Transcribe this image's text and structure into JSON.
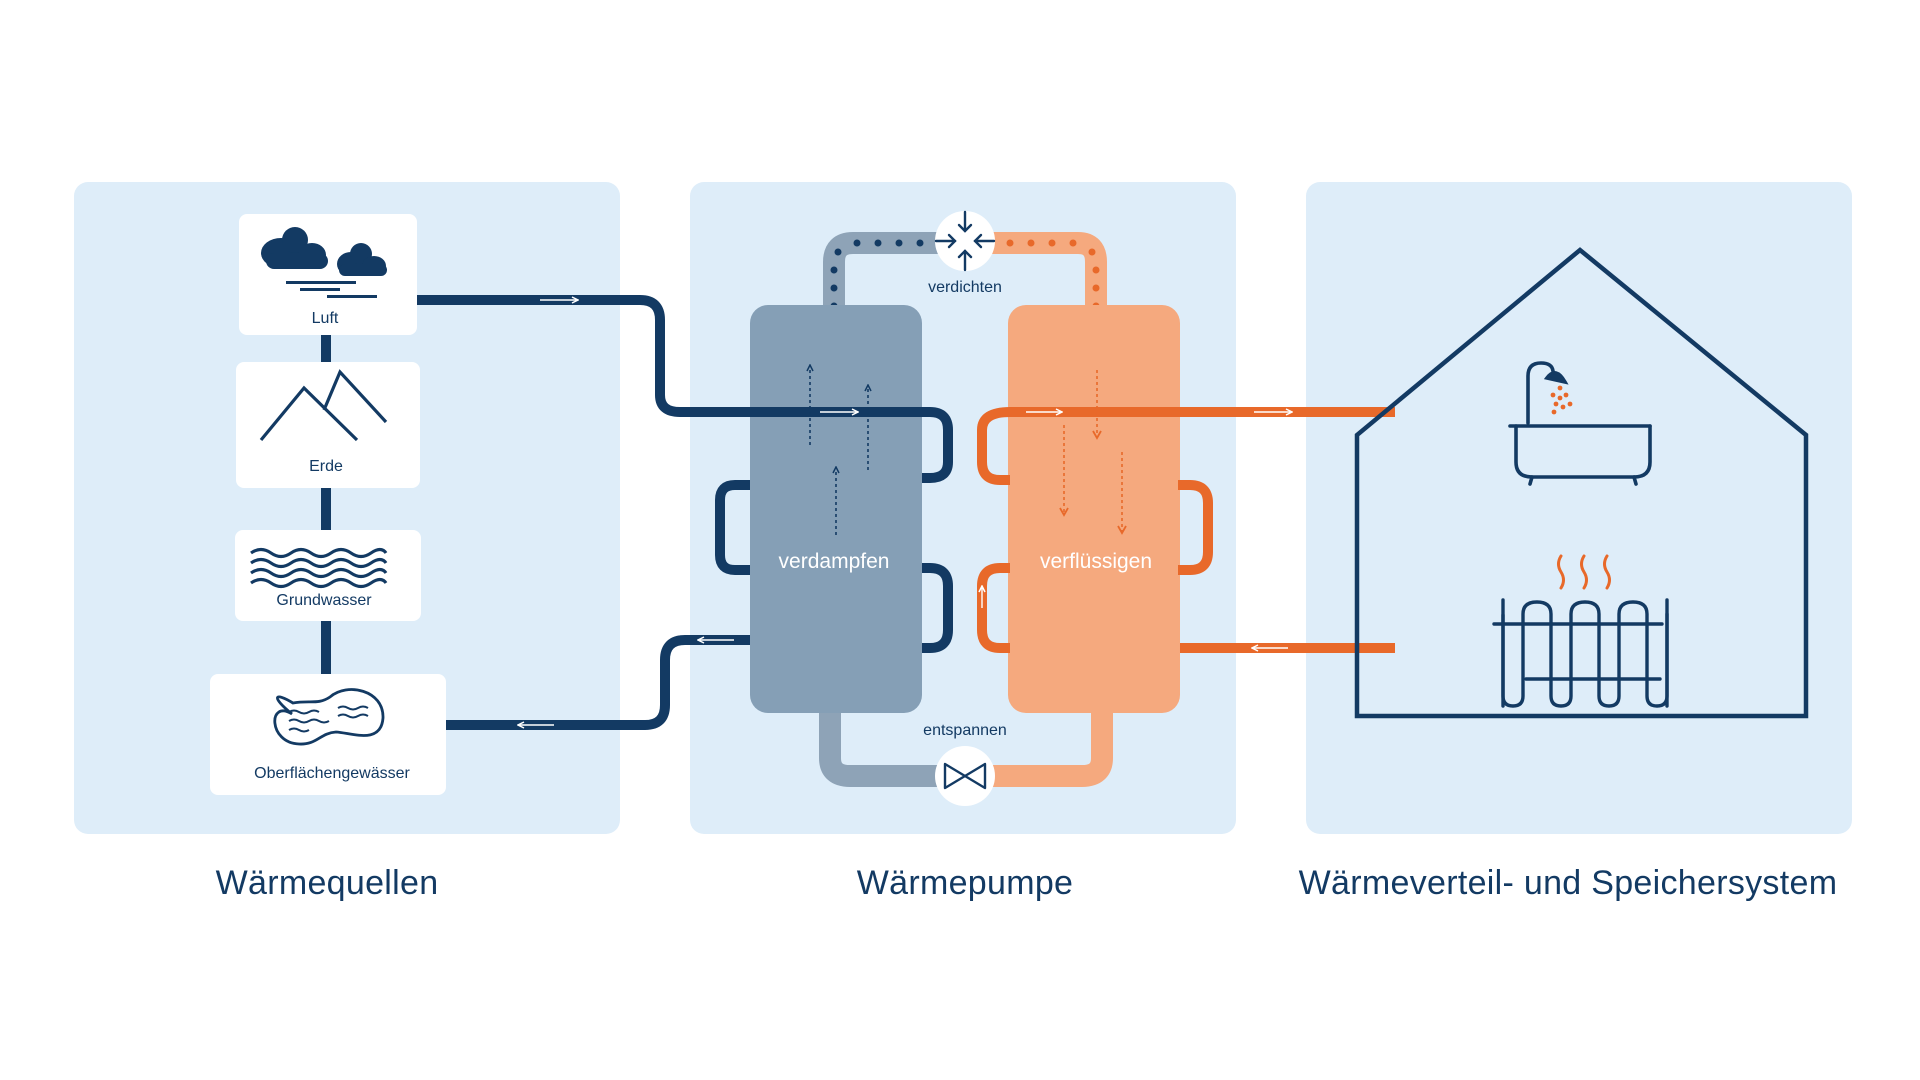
{
  "colors": {
    "navy": "#133a63",
    "orange": "#e8692a",
    "panel": "#deedf9",
    "evaporator": "#859fb6",
    "condenser": "#f5a97e",
    "pipe_gray": "#8ea3b7",
    "pipe_peach": "#f5a97e"
  },
  "sources": {
    "title": "Wärmequellen",
    "items": [
      {
        "label": "Luft",
        "icon": "cloud-wind-icon"
      },
      {
        "label": "Erde",
        "icon": "mountains-icon"
      },
      {
        "label": "Grundwasser",
        "icon": "waves-icon"
      },
      {
        "label": "Oberflächengewässer",
        "icon": "pond-icon"
      }
    ]
  },
  "pump": {
    "title": "Wärmepumpe",
    "evaporator_label": "verdampfen",
    "condenser_label": "verflüssigen",
    "compress_label": "verdichten",
    "expand_label": "entspannen",
    "compressor_icon": "compressor-icon",
    "valve_icon": "expansion-valve-icon"
  },
  "distribution": {
    "title": "Wärmeverteil- und Speichersystem",
    "icons": [
      "house-outline-icon",
      "bathtub-shower-icon",
      "radiator-icon"
    ]
  }
}
